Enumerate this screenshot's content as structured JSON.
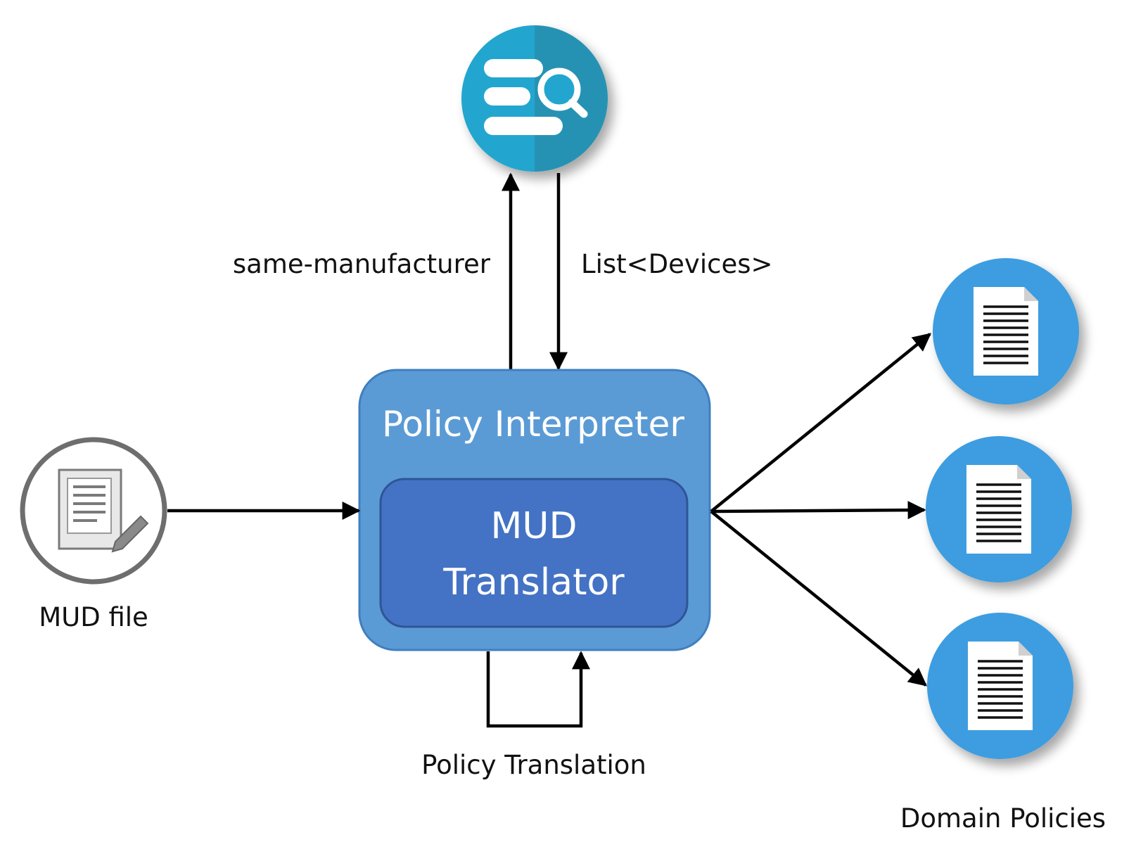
{
  "labels": {
    "query_request": "same-manufacturer",
    "query_response": "List<Devices>",
    "mud_file": "MUD file",
    "policy_interpreter": "Policy Interpreter",
    "mud_translator_line1": "MUD",
    "mud_translator_line2": "Translator",
    "policy_translation": "Policy Translation",
    "domain_policies": "Domain Policies"
  },
  "icons": {
    "database": "database-search-icon",
    "mud_file": "document-edit-icon",
    "policy_docs": [
      "document-icon",
      "document-icon",
      "document-icon"
    ]
  },
  "colors": {
    "db_left": "#22a6cf",
    "db_right": "#2592b3",
    "outer_box": "#5b9bd5",
    "outer_box_border": "#3f7fbf",
    "inner_box": "#4472c4",
    "inner_box_border": "#2f5597",
    "doc_circle": "#3d9de0",
    "mud_circle_border": "#6e6e6e",
    "arrow": "#000000"
  }
}
